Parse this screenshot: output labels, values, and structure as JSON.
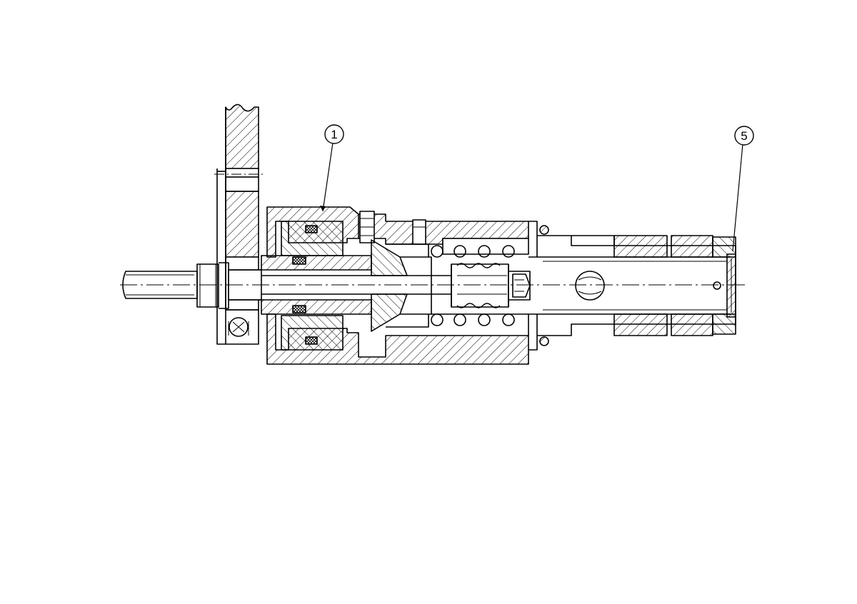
{
  "balloons": [
    {
      "label": "1",
      "part": "housing"
    },
    {
      "label": "5",
      "part": "end-ring"
    }
  ],
  "colors": {
    "line": "#000000",
    "background": "#ffffff",
    "seal_fill": "#444444"
  }
}
